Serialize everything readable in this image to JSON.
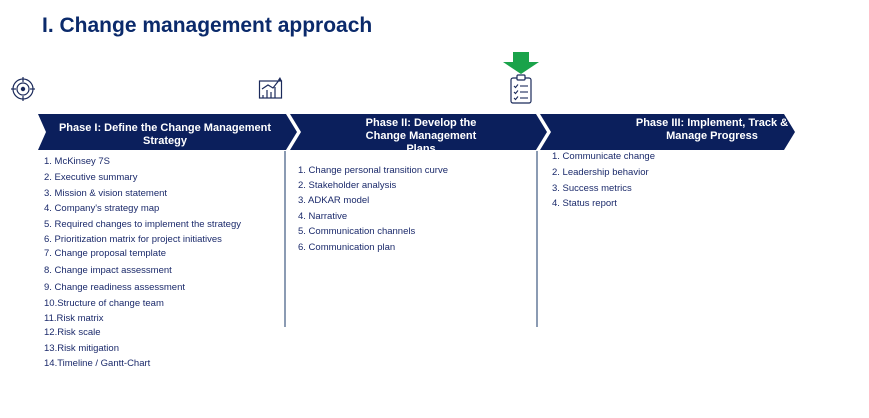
{
  "title": "I. Change management approach",
  "colors": {
    "navy": "#0b1f5c",
    "accent_green": "#1aa34a",
    "divider": "#8b9bb3"
  },
  "icons": {
    "phase1": "target-icon",
    "phase2": "strategy-board-icon",
    "phase3": "clipboard-checklist-icon",
    "current_marker": "green-down-arrow-icon"
  },
  "phases": [
    {
      "label": "Phase I: Define the Change Management Strategy",
      "items": [
        "1. McKinsey 7S",
        "2. Executive summary",
        "3. Mission & vision statement",
        "4. Company's strategy map",
        "5. Required changes to implement the strategy",
        "6. Prioritization matrix for project initiatives",
        "7. Change proposal template",
        "8. Change impact assessment",
        "9. Change readiness assessment",
        "10.Structure of change team",
        "11.Risk matrix",
        "12.Risk scale",
        "13.Risk mitigation",
        "14.Timeline / Gantt-Chart"
      ]
    },
    {
      "label": "Phase II: Develop the Change Management Plans",
      "items": [
        "1. Change personal transition curve",
        "2. Stakeholder analysis",
        "3. ADKAR model",
        "4. Narrative",
        "5. Communication channels",
        "6. Communication plan"
      ]
    },
    {
      "label": "Phase III: Implement, Track & Manage Progress",
      "items": [
        "1. Communicate change",
        "2. Leadership behavior",
        "3. Success metrics",
        "4. Status report"
      ]
    }
  ]
}
